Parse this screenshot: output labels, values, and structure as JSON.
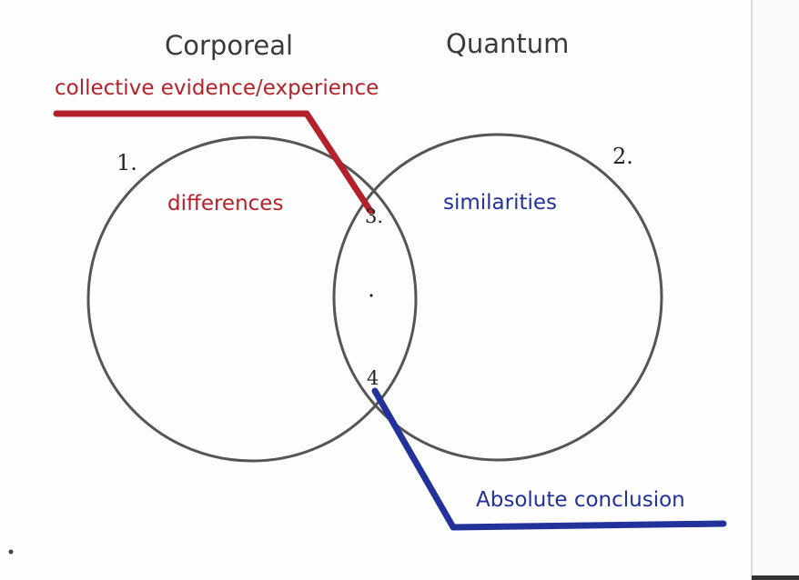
{
  "titles": {
    "left": "Corporeal",
    "right": "Quantum"
  },
  "labels": {
    "collective": "collective evidence/experience",
    "differences": "differences",
    "similarities": "similarities",
    "conclusion": "Absolute conclusion"
  },
  "markers": {
    "one": "1.",
    "two": "2.",
    "three": "3.",
    "four": "4"
  },
  "colors": {
    "red": "#b3222a",
    "blue": "#22329a",
    "circle": "#555555"
  }
}
